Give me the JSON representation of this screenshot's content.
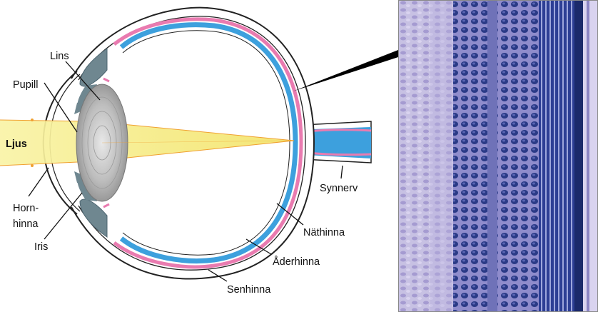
{
  "diagram": {
    "labels": {
      "lins": "Lins",
      "pupill": "Pupill",
      "ljus": "Ljus",
      "horn": "Horn-",
      "hinna": "hinna",
      "iris": "Iris",
      "synnerv": "Synnerv",
      "nathinna": "Näthinna",
      "aderhinna": "Åderhinna",
      "senhinna": "Senhinna"
    },
    "colors": {
      "retina": "#3da0dd",
      "choroid": "#e97bb0",
      "light_beam": "#f7ef8a",
      "lens": "#a9a9a9",
      "iris": "#6f8790",
      "micrograph_bg": "#c8c2e0",
      "micrograph_dark": "#1b2a6b"
    }
  }
}
